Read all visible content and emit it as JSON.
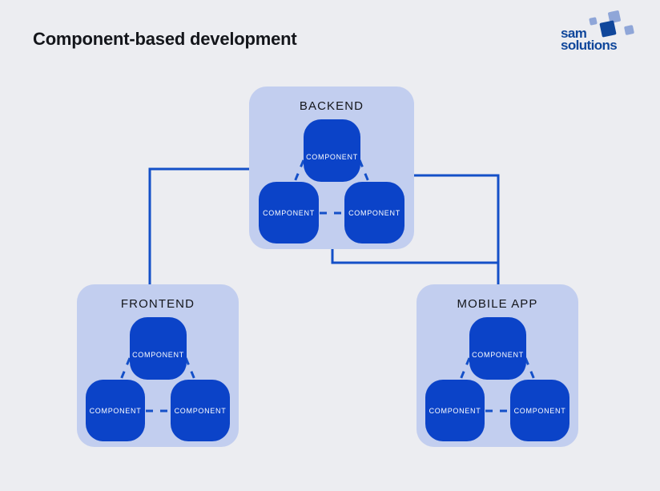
{
  "page": {
    "title": "Component-based development",
    "background_color": "#ECEDF1"
  },
  "logo": {
    "line1": "sam",
    "line2": "solutions",
    "text_color": "#10479B",
    "accent_color": "#8FA6D8"
  },
  "colors": {
    "group_fill": "#C2CEEF",
    "component_fill": "#0B43C8",
    "connector_line": "#1450C8",
    "label_text": "#14161B",
    "component_text": "#FFFFFF"
  },
  "groups": [
    {
      "id": "backend",
      "label": "BACKEND",
      "components": [
        {
          "label": "COMPONENT",
          "position": "top"
        },
        {
          "label": "COMPONENT",
          "position": "bottom-left"
        },
        {
          "label": "COMPONENT",
          "position": "bottom-right"
        }
      ]
    },
    {
      "id": "frontend",
      "label": "FRONTEND",
      "components": [
        {
          "label": "COMPONENT",
          "position": "top"
        },
        {
          "label": "COMPONENT",
          "position": "bottom-left"
        },
        {
          "label": "COMPONENT",
          "position": "bottom-right"
        }
      ]
    },
    {
      "id": "mobile-app",
      "label": "MOBILE APP",
      "components": [
        {
          "label": "COMPONENT",
          "position": "top"
        },
        {
          "label": "COMPONENT",
          "position": "bottom-left"
        },
        {
          "label": "COMPONENT",
          "position": "bottom-right"
        }
      ]
    }
  ],
  "connections": [
    {
      "from": "backend",
      "to": "frontend"
    },
    {
      "from": "backend",
      "to": "mobile-app"
    }
  ]
}
